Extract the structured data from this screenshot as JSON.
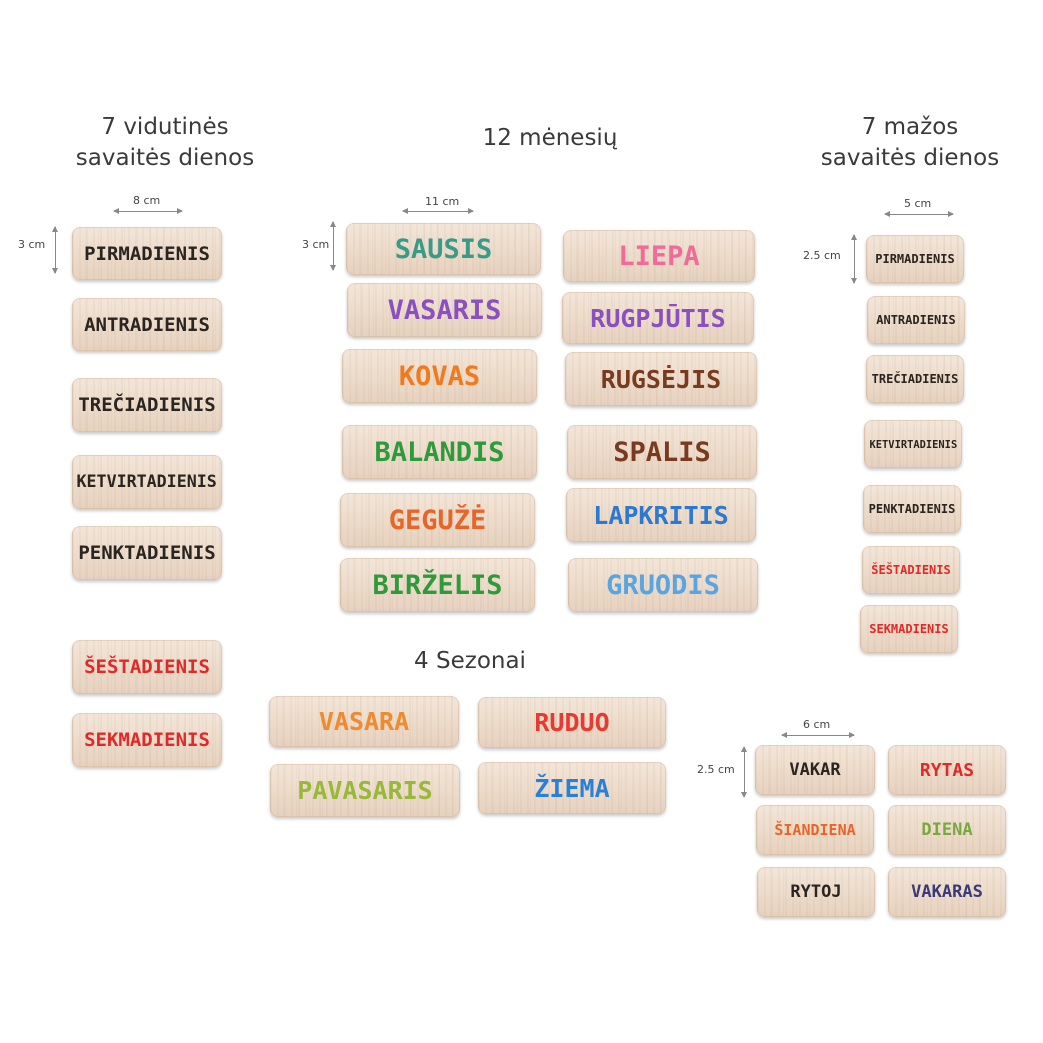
{
  "headings": {
    "medium_days_line1": "7 vidutinės",
    "medium_days_line2": "savaitės dienos",
    "months": "12 mėnesių",
    "small_days_line1": "7 mažos",
    "small_days_line2": "savaitės dienos",
    "seasons": "4 Sezonai"
  },
  "dimensions": {
    "medium_width": "8 cm",
    "medium_height": "3 cm",
    "month_width": "11 cm",
    "month_height": "3 cm",
    "small_width": "5 cm",
    "small_height": "2.5 cm",
    "time_width": "6 cm",
    "time_height": "2.5 cm"
  },
  "colors": {
    "black": "#2a2520",
    "red": "#e02a2a",
    "teal": "#3a9a88",
    "pink": "#f06a9a",
    "purple": "#8a4fc0",
    "orange": "#f07a20",
    "brown": "#7a3a20",
    "green": "#2f9a3a",
    "dark_orange": "#e8652a",
    "blue": "#2d78d0",
    "light_blue": "#5aa5e0",
    "olive": "#8ab03a",
    "light_green": "#7aa840",
    "navy": "#3a3a7a",
    "season_orange": "#f08a30",
    "season_red": "#e83a30",
    "season_green": "#98b83a",
    "season_blue": "#2a80d8"
  },
  "medium_days": [
    {
      "label": "PIRMADIENIS",
      "color": "#2a2520"
    },
    {
      "label": "ANTRADIENIS",
      "color": "#2a2520"
    },
    {
      "label": "TREČIADIENIS",
      "color": "#2a2520"
    },
    {
      "label": "KETVIRTADIENIS",
      "color": "#2a2520"
    },
    {
      "label": "PENKTADIENIS",
      "color": "#2a2520"
    },
    {
      "label": "ŠEŠTADIENIS",
      "color": "#e02a2a"
    },
    {
      "label": "SEKMADIENIS",
      "color": "#e02a2a"
    }
  ],
  "months": [
    {
      "label": "SAUSIS",
      "color": "#3a9a88"
    },
    {
      "label": "LIEPA",
      "color": "#f06a9a"
    },
    {
      "label": "VASARIS",
      "color": "#8a4fc0"
    },
    {
      "label": "RUGPJŪTIS",
      "color": "#8a4fc0"
    },
    {
      "label": "KOVAS",
      "color": "#f07a20"
    },
    {
      "label": "RUGSĖJIS",
      "color": "#7a3a20"
    },
    {
      "label": "BALANDIS",
      "color": "#2f9a3a"
    },
    {
      "label": "SPALIS",
      "color": "#7a3a20"
    },
    {
      "label": "GEGUŽĖ",
      "color": "#e8652a"
    },
    {
      "label": "LAPKRITIS",
      "color": "#2d78d0"
    },
    {
      "label": "BIRŽELIS",
      "color": "#2f9a3a"
    },
    {
      "label": "GRUODIS",
      "color": "#5aa5e0"
    }
  ],
  "small_days": [
    {
      "label": "PIRMADIENIS",
      "color": "#2a2520"
    },
    {
      "label": "ANTRADIENIS",
      "color": "#2a2520"
    },
    {
      "label": "TREČIADIENIS",
      "color": "#2a2520"
    },
    {
      "label": "KETVIRTADIENIS",
      "color": "#2a2520"
    },
    {
      "label": "PENKTADIENIS",
      "color": "#2a2520"
    },
    {
      "label": "ŠEŠTADIENIS",
      "color": "#e02a2a"
    },
    {
      "label": "SEKMADIENIS",
      "color": "#e02a2a"
    }
  ],
  "seasons": [
    {
      "label": "VASARA",
      "color": "#f08a30"
    },
    {
      "label": "RUDUO",
      "color": "#e83a30"
    },
    {
      "label": "PAVASARIS",
      "color": "#98b83a"
    },
    {
      "label": "ŽIEMA",
      "color": "#2a80d8"
    }
  ],
  "times": [
    {
      "label": "VAKAR",
      "color": "#2a2520"
    },
    {
      "label": "RYTAS",
      "color": "#e02a2a"
    },
    {
      "label": "ŠIANDIENA",
      "color": "#e8652a"
    },
    {
      "label": "DIENA",
      "color": "#7aa840"
    },
    {
      "label": "RYTOJ",
      "color": "#2a2520"
    },
    {
      "label": "VAKARAS",
      "color": "#3a3a7a"
    }
  ]
}
